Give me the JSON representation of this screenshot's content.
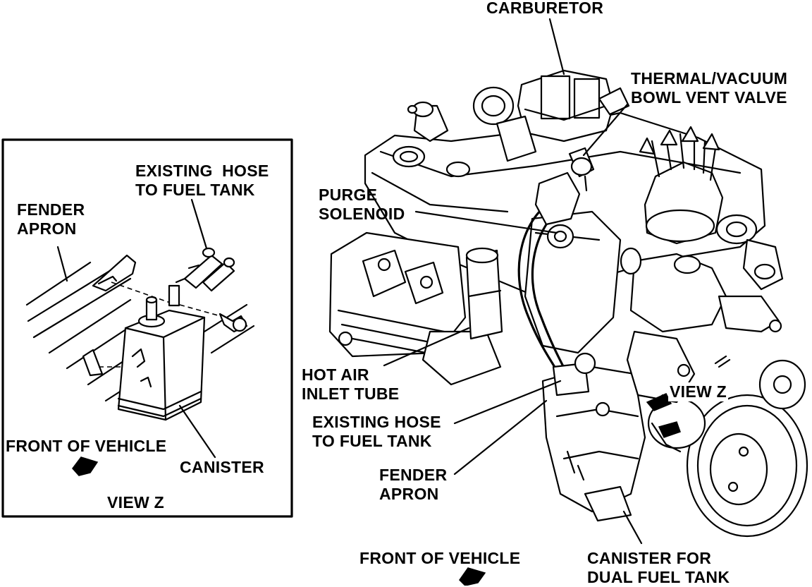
{
  "inset": {
    "labels": {
      "fender_apron": [
        "FENDER",
        "APRON"
      ],
      "existing_hose": [
        "EXISTING  HOSE",
        "TO FUEL TANK"
      ],
      "front_of_vehicle": "FRONT OF VEHICLE",
      "canister": "CANISTER",
      "view": "VIEW Z"
    }
  },
  "main": {
    "labels": {
      "carburetor": "CARBURETOR",
      "thermal_vacuum": [
        "THERMAL/VACUUM",
        "BOWL VENT VALVE"
      ],
      "purge_solenoid": [
        "PURGE",
        "SOLENOID"
      ],
      "hot_air_inlet": [
        "HOT AIR",
        "INLET TUBE"
      ],
      "existing_hose": [
        "EXISTING HOSE",
        "TO FUEL TANK"
      ],
      "fender_apron": [
        "FENDER",
        "APRON"
      ],
      "view_z": "VIEW Z",
      "front_of_vehicle": "FRONT OF VEHICLE",
      "canister_dual": [
        "CANISTER FOR",
        "DUAL FUEL TANK"
      ]
    }
  }
}
